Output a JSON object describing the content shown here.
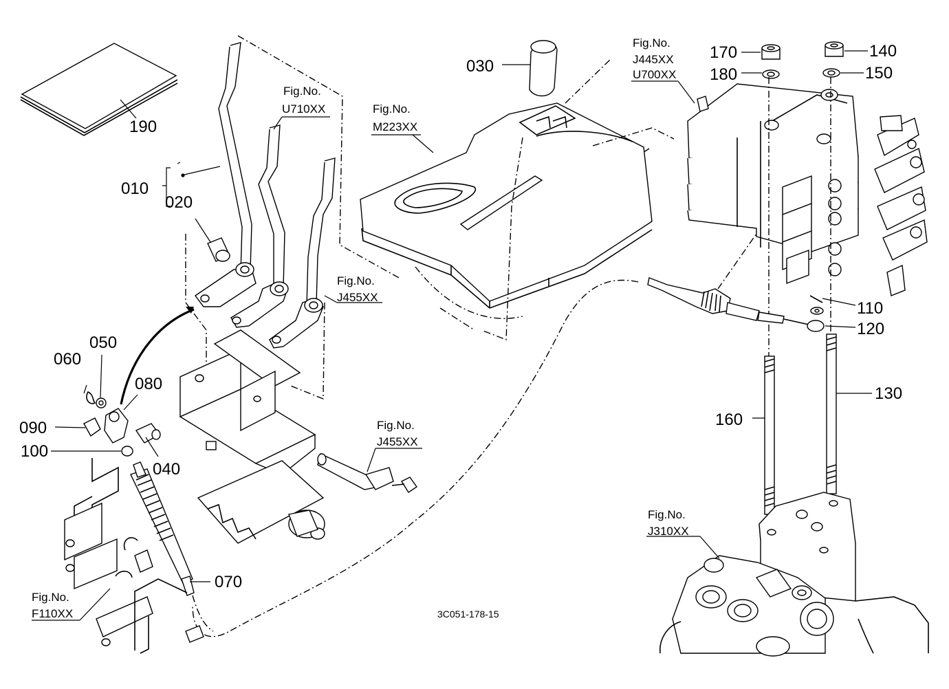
{
  "drawing_code": "3C051-178-15",
  "callouts": [
    {
      "id": "p010",
      "label": "010"
    },
    {
      "id": "p020",
      "label": "020"
    },
    {
      "id": "p030",
      "label": "030"
    },
    {
      "id": "p040",
      "label": "040"
    },
    {
      "id": "p050",
      "label": "050"
    },
    {
      "id": "p060",
      "label": "060"
    },
    {
      "id": "p070",
      "label": "070"
    },
    {
      "id": "p080",
      "label": "080"
    },
    {
      "id": "p090",
      "label": "090"
    },
    {
      "id": "p100",
      "label": "100"
    },
    {
      "id": "p110",
      "label": "110"
    },
    {
      "id": "p120",
      "label": "120"
    },
    {
      "id": "p130",
      "label": "130"
    },
    {
      "id": "p140",
      "label": "140"
    },
    {
      "id": "p150",
      "label": "150"
    },
    {
      "id": "p160",
      "label": "160"
    },
    {
      "id": "p170",
      "label": "170"
    },
    {
      "id": "p180",
      "label": "180"
    },
    {
      "id": "p190",
      "label": "190"
    }
  ],
  "fig_refs": {
    "label": "Fig.No.",
    "u710": "U710XX",
    "m223": "M223XX",
    "j445": "J445XX",
    "u700": "U700XX",
    "j455_upper": "J455XX",
    "j455_lower": "J455XX",
    "j310": "J310XX",
    "f110": "F110XX"
  }
}
